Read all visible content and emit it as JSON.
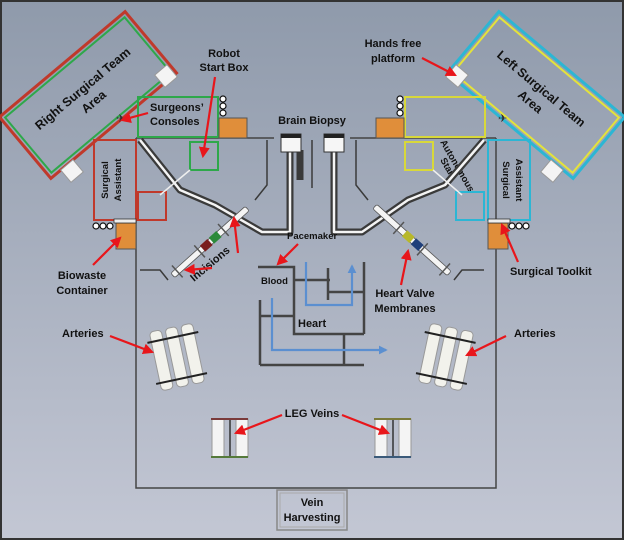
{
  "diagram": {
    "title": "Surgical field layout",
    "colors": {
      "bg_top": "#8f9aab",
      "bg_bottom": "#c3c7d4",
      "arrow": "#e8161b",
      "right_team_outer": "#c0392b",
      "right_team_inner": "#2ea84a",
      "left_team_outer": "#2cb6d4",
      "left_team_inner": "#e4e33a",
      "surgeons_console": "#2ea84a",
      "surgical_assistant_left": "#c0392b",
      "surgical_assistant_right": "#2cb6d4",
      "autonomous_start": "#d8d83a",
      "orange_box": "#e08e3a",
      "blood_flow": "#5b8fd0",
      "track": "#3a3a3a"
    },
    "labels": {
      "right_team_area_l1": "Right Surgical Team",
      "right_team_area_l2": "Area",
      "left_team_area_l1": "Left Surgical Team",
      "left_team_area_l2": "Area",
      "robot_start_box_l1": "Robot",
      "robot_start_box_l2": "Start Box",
      "hands_free_l1": "Hands free",
      "hands_free_l2": "platform",
      "surgeons_consoles_l1": "Surgeons’",
      "surgeons_consoles_l2": "Consoles",
      "brain_biopsy": "Brain Biopsy",
      "surgical_assistant_l1": "Surgical",
      "surgical_assistant_l2": "Assistant",
      "autonomous_start_l1": "Autonomous",
      "autonomous_start_l2": "Start",
      "biowaste_l1": "Biowaste",
      "biowaste_l2": "Container",
      "incisions": "Incisions",
      "pacemaker": "Pacemaker",
      "blood": "Blood",
      "heart": "Heart",
      "heart_valve_l1": "Heart Valve",
      "heart_valve_l2": "Membranes",
      "surgical_toolkit": "Surgical Toolkit",
      "arteries_left": "Arteries",
      "arteries_right": "Arteries",
      "leg_veins": "LEG Veins",
      "vein_harvesting_l1": "Vein",
      "vein_harvesting_l2": "Harvesting"
    }
  }
}
